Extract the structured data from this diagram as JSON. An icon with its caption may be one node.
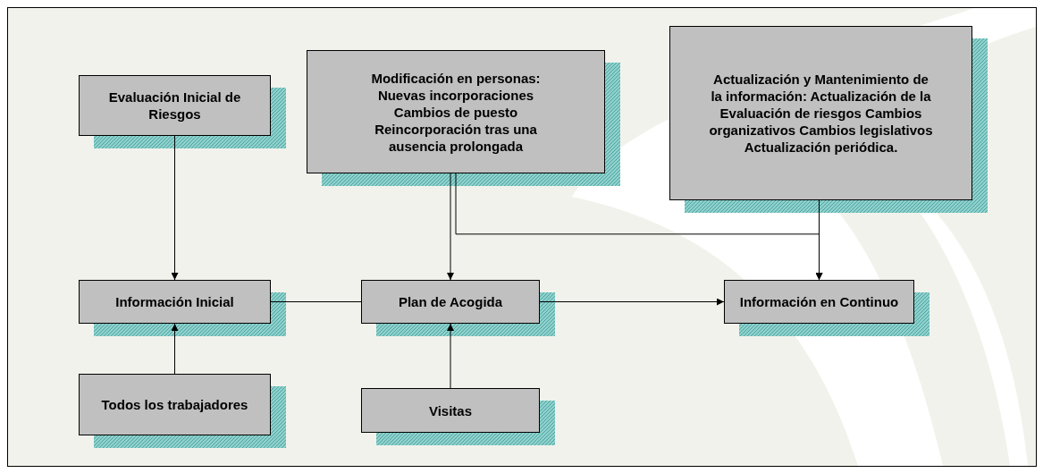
{
  "diagram": {
    "nodes": [
      {
        "text": [
          "Evaluación Inicial de Riesgos"
        ]
      },
      {
        "text": [
          "Modificación en personas: Nuevas incorporaciones Cambios de puesto Reincorporación tras una ausencia prolongada"
        ]
      },
      {
        "text": [
          "Actualización y Mantenimiento de la información: Actualización de la Evaluación de riesgos Cambios organizativos Cambios legislativos Actualización periódica."
        ]
      },
      {
        "text": [
          "Información Inicial"
        ]
      },
      {
        "text": [
          "Plan de Acogida"
        ]
      },
      {
        "text": [
          "Información en Continuo"
        ]
      },
      {
        "text": [
          "Todos los trabajadores"
        ]
      },
      {
        "text": [
          "Visitas"
        ]
      }
    ],
    "edges": [
      {
        "from": 0,
        "to": 3,
        "arrow": "to"
      },
      {
        "from": 6,
        "to": 3,
        "arrow": "to"
      },
      {
        "from": 1,
        "to": 4,
        "arrow": "to"
      },
      {
        "from": 1,
        "to": 5,
        "arrow": "to"
      },
      {
        "from": 2,
        "to": 5,
        "arrow": "to"
      },
      {
        "from": 3,
        "to": 4,
        "arrow": "none"
      },
      {
        "from": 4,
        "to": 5,
        "arrow": "to"
      },
      {
        "from": 7,
        "to": 4,
        "arrow": "to"
      }
    ]
  }
}
